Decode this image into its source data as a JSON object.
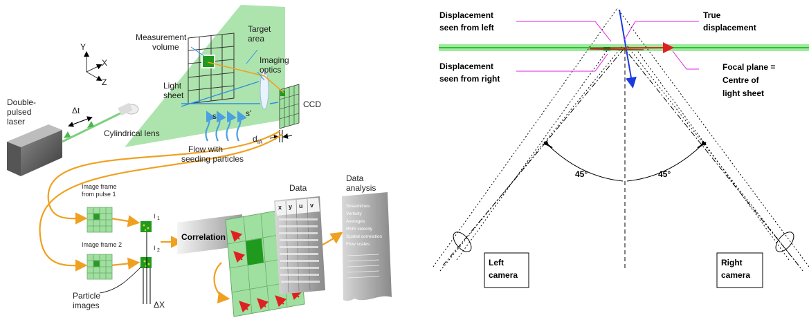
{
  "left_figure": {
    "axes": {
      "y": "Y",
      "x": "X",
      "z": "Z"
    },
    "labels": {
      "laser_1": "Double-",
      "laser_2": "pulsed",
      "laser_3": "laser",
      "delta_t": "Δt",
      "cyl_lens": "Cylindrical lens",
      "light_1": "Light",
      "light_2": "sheet",
      "meas_1": "Measurement",
      "meas_2": "volume",
      "target_1": "Target",
      "target_2": "area",
      "imaging_1": "Imaging",
      "imaging_2": "optics",
      "ccd": "CCD",
      "s": "s",
      "s_prime": "s'",
      "dia": "d",
      "dia_sub": "IA",
      "flow_1": "Flow with",
      "flow_2": "seeding particles",
      "frame1_1": "Image frame",
      "frame1_2": "from pulse 1",
      "frame2": "Image frame 2",
      "i1": "I",
      "i1_sub": "1",
      "i2": "I",
      "i2_sub": "2",
      "correlation": "Correlation",
      "particle_1": "Particle",
      "particle_2": "images",
      "delta_x": "ΔX",
      "data": "Data",
      "analysis_1": "Data",
      "analysis_2": "analysis"
    },
    "table_headers": [
      "x",
      "y",
      "u",
      "v"
    ],
    "analysis_items": [
      "Streamlines",
      "Vorticity",
      "Averages",
      "RMS velocity",
      "Spatial correlation",
      "Flow scales"
    ]
  },
  "right_figure": {
    "labels": {
      "disp_left_1": "Displacement",
      "disp_left_2": "seen from left",
      "true_1": "True",
      "true_2": "displacement",
      "disp_right_1": "Displacement",
      "disp_right_2": "seen from right",
      "focal_1": "Focal plane =",
      "focal_2": "Centre of",
      "focal_3": "light sheet",
      "angle_left": "45°",
      "angle_right": "45°",
      "left_cam_1": "Left",
      "left_cam_2": "camera",
      "right_cam_1": "Right",
      "right_cam_2": "camera"
    }
  },
  "colors": {
    "sheet_green": "#9fdf9f",
    "grid_green": "#5dbb5d",
    "orange": "#f0a020",
    "magenta": "#e020e0",
    "blue_arrow": "#1a3adf",
    "red_arrow": "#e02020",
    "laser_sheet_line": "#3ac83a"
  }
}
